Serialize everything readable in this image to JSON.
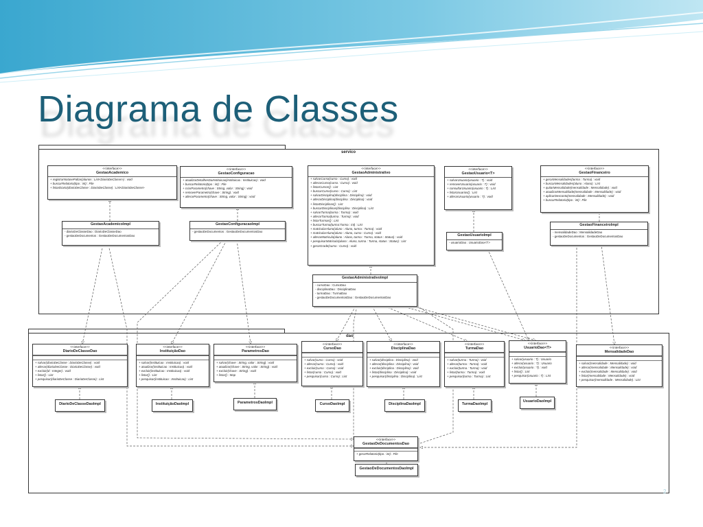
{
  "slide": {
    "title": "Diagrama de Classes",
    "number": "2",
    "accent": "#1d5f78",
    "wave_colors": [
      "#8fd3ea",
      "#4fb3d6",
      "#c7ebf5"
    ]
  },
  "packages": {
    "servico": "servico",
    "dao": "dao"
  },
  "classes": {
    "gestao_academico": {
      "stereotype": "<<interface>>",
      "name": "GestaoAcademico",
      "rows": [
        "+ registrarNotasePaltas(alunos : List<DiarioDeClasse>) : void",
        "+ buscarRelatorio(tipo : int) : File",
        "+ listarDiario(diarioDeClasse : DiarioDeClasse) : List<DiarioDeClasse>"
      ]
    },
    "gestao_academico_impl": {
      "name": "GestaoAcademicoImpl",
      "rows": [
        "- diarioDeClasseDao : DiarioDeClasseDao",
        "- gestaoDeDocumentos : GestaoDeDocumentosDao"
      ]
    },
    "gestao_configuracao": {
      "stereotype": "<<interface>>",
      "name": "GestaoConfiguracao",
      "rows": [
        "+ atualizarDetalhesDaInstituicao(instituicao : Instituicao) : void",
        "+ buscarRelatorio(tipo : int) : File",
        "+ criarParametro(chave : String, valor : String) : void",
        "+ removerParametro(chave : String) : void",
        "+ alterarParametro(chave : String, valor : String) : void"
      ]
    },
    "gestao_configuracao_impl": {
      "name": "GestaoConfiguracaoImpl",
      "rows": [
        "- gestaoDeDocumentos : GestaoDeDocumentosDao"
      ]
    },
    "gestao_administrativo": {
      "stereotype": "<<interface>>",
      "name": "GestaoAdministrativo",
      "rows": [
        "+ salvarCurso(curso : Curso) : void",
        "+ alterarCurso(curso : Curso) : void",
        "+ listarCursos() : List",
        "+ buscarCurso(curso : Curso) : List",
        "+ salvarDisciplina(disciplina : Disciplina) : void",
        "+ alterarDisciplina(disciplina : Disciplina) : void",
        "+ listarDisciplinas() : List",
        "+ buscarDisciplinas(disciplina : Disciplina) : List",
        "+ salvarTurma(turma : Turma) : void",
        "+ alterarTurma(turma : Turma) : void",
        "+ listarTurmas() : List",
        "+ buscarTurma(turma:Turma : int) : List",
        "+ matricularAluno(aluno : Aluno, turma : Turma) : void",
        "+ matricularAluno(aluno : Aluno, curso : Curso) : void",
        "+ alterarMatricula(aluno : Aluno, turma : Turma, status : Status) : void",
        "+ pesquisarMatricula(aluno : Aluno, turma : Turma, status : Status) : List",
        "+ gerarGrade(curso : Curso) : void"
      ]
    },
    "gestao_administrativo_impl": {
      "name": "GestaoAdministrativoImpl",
      "rows": [
        "- cursoDao : CursoDao",
        "- disciplinaDao : DisciplinaDao",
        "- turmaDao : TurmaDao",
        "- gestaoDeDocumentosDao : GestaoDeDocumentosDao"
      ]
    },
    "gestao_usuario": {
      "stereotype": "<<interface>>",
      "name": "GestaoUsuario<T>",
      "rows": [
        "+ salvarUsuario(usuario : T) : void",
        "+ removerUsuario(usuario : T) : void",
        "+ consultarUsuario(usuario : T) : List",
        "+ listarUsuarios() : List",
        "+ alterarUsuario(usuario : T) : void"
      ]
    },
    "gestao_usuario_impl": {
      "name": "GestaoUsuarioImpl",
      "rows": [
        "- usuarioDao : UsuarioDao<T>"
      ]
    },
    "gestao_financeiro": {
      "stereotype": "<<interface>>",
      "name": "GestaoFinanceiro",
      "rows": [
        "+ gerarMensalidades(turma : Turma) : void",
        "+ buscarMensalidades(aluno : Aluno) : List",
        "+ quitarMensalidade(mensalidade : Mensalidade) : void",
        "+ atualizarMensalidade(mensalidade : Mensalidade) : void",
        "+ aplicarDesconto(mensalidade : Mensalidade) : void",
        "+ buscarRelatorio(tipo : int) : File"
      ]
    },
    "gestao_financeiro_impl": {
      "name": "GestaoFinanceiroImpl",
      "rows": [
        "- mensalidadeDao : MensalidadeDao",
        "- gestaoDeDocumentos : GestaoDeDocumentosDao"
      ]
    },
    "diario_de_classe_dao": {
      "stereotype": "<<interface>>",
      "name": "DiarioDeClasseDao",
      "rows": [
        "+ salvar(diarioDeClasse : DiarioDeClasse) : void",
        "+ alterar(diarioDeClasse : DiarioDeClasse) : void",
        "+ excluir(id : Integer) : void",
        "+ listar() : List",
        "+ pesquisar(diarioDeClasse : DiarioDeClasse) : List"
      ]
    },
    "instituicao_dao": {
      "stereotype": "<<interface>>",
      "name": "InstituiçãoDao",
      "rows": [
        "+ salvar(instituicao : Instituicao) : void",
        "+ atualizar(instituicao : Instituicao) : void",
        "+ excluir(instituicao : Instituicao) : void",
        "+ listar() : List",
        "+ pesquisar(instituicao : Instituicao) : List"
      ]
    },
    "parametros_dao": {
      "stereotype": "<<interface>>",
      "name": "ParametrosDao",
      "rows": [
        "+ salvar(chave : String, valor : String) : void",
        "+ atualizar(chave : String, valor : String) : void",
        "+ excluir(chave : String) : void",
        "+ listar() : Map"
      ]
    },
    "curso_dao": {
      "stereotype": "<<interface>>",
      "name": "CursoDao",
      "rows": [
        "+ salvar(curso : Curso) : void",
        "+ alterar(curso : Curso) : void",
        "+ excluir(curso : Curso) : void",
        "+ listar(curso : Curso) : void",
        "+ pesquisar(curso : Curso) : List"
      ]
    },
    "disciplina_dao": {
      "stereotype": "<<interface>>",
      "name": "DisciplinaDao",
      "rows": [
        "+ salvar(disciplina : Disciplina) : void",
        "+ alterar(disciplina : Disciplina) : void",
        "+ excluir(disciplina : Disciplina) : void",
        "+ listar(disciplina : Disciplina) : void",
        "+ pesquisar(disciplina : Disciplina) : List"
      ]
    },
    "turma_dao": {
      "stereotype": "<<interface>>",
      "name": "TurmaDao",
      "rows": [
        "+ salvar(turma : Turma) : void",
        "+ alterar(turma : Turma) : void",
        "+ excluir(turma : Turma) : void",
        "+ listar(turma : Turma) : void",
        "+ pesquisar(turma : Turma) : List"
      ]
    },
    "usuario_dao": {
      "stereotype": "<<interface>>",
      "name": "UsuarioDao<T>",
      "rows": [
        "+ salvar(usuario : T) : Usuario",
        "+ alterar(usuario : T) : Usuario",
        "+ excluir(usuario : T) : void",
        "+ listar() : List",
        "+ pesquisar(usuario : T) : List"
      ]
    },
    "mensalidade_dao": {
      "stereotype": "<<interface>>",
      "name": "MensalidadeDao",
      "rows": [
        "+ salvar(mensalidade : Mensalidade) : void",
        "+ alterar(mensalidade : Mensalidade) : void",
        "+ excluir(mensalidade : Mensalidade) : void",
        "+ listar(mensalidade : Mensalidade) : void",
        "+ pesquisar(mensalidade : Mensalidade) : List"
      ]
    },
    "gestao_de_documentos_dao": {
      "stereotype": "<<interface>>",
      "name": "GestaoDeDocumentosDao",
      "rows": [
        "+ gerarRelatorio(tipo : int) : File"
      ]
    },
    "diario_de_classe_dao_impl": {
      "name": "DiarioDeClasseDaoImpl"
    },
    "instituicao_dao_impl": {
      "name": "InstituiçãoDaoImpl"
    },
    "parametros_dao_impl": {
      "name": "ParametrosDaoImpl"
    },
    "curso_dao_impl": {
      "name": "CursoDaoImpl"
    },
    "disciplina_dao_impl": {
      "name": "DisciplinaDaoImpl"
    },
    "turma_dao_impl": {
      "name": "TurmaDaoImpl"
    },
    "usuario_dao_impl": {
      "name": "UsuarioDaoImpl"
    },
    "gestao_de_documentos_dao_impl": {
      "name": "GestaoDeDocumentosDaoImpl"
    }
  }
}
